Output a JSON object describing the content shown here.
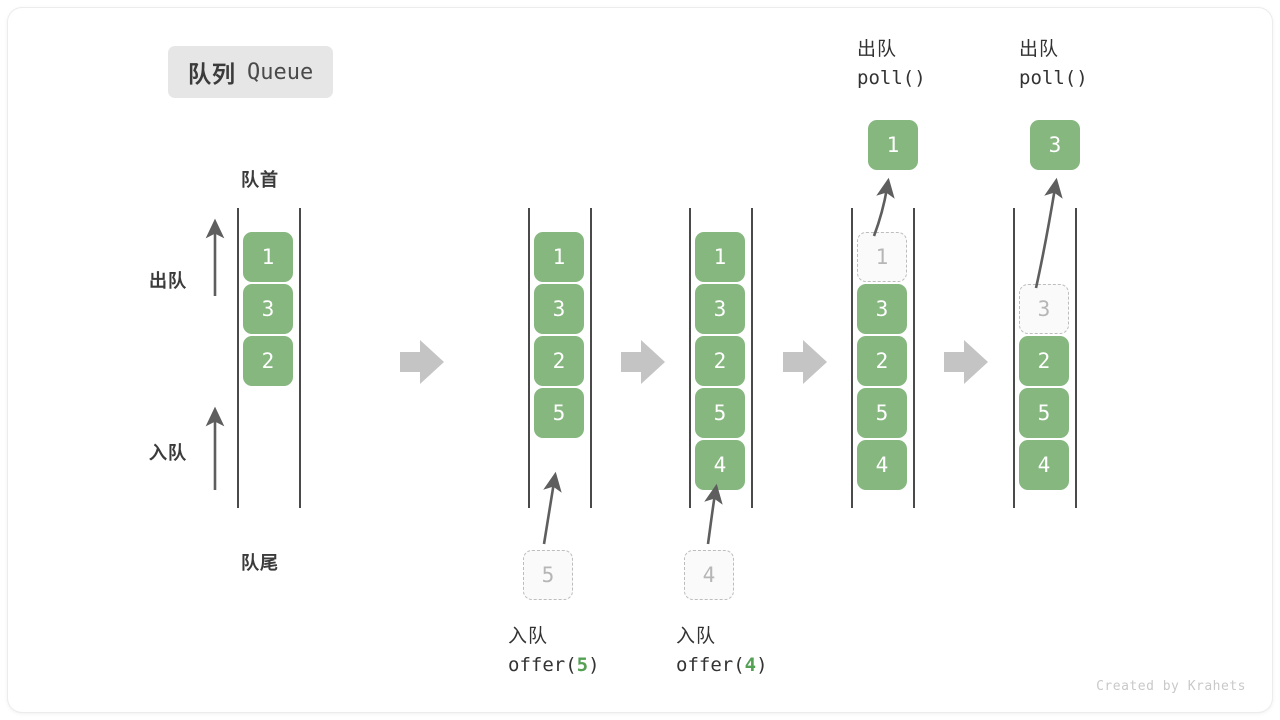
{
  "title": {
    "cn": "队列",
    "en": "Queue"
  },
  "labels": {
    "front": "队首",
    "rear": "队尾",
    "dequeue": "出队",
    "enqueue": "入队"
  },
  "footer": "Created by Krahets",
  "colors": {
    "cell_fill": "#85b77f",
    "cell_text": "#ffffff",
    "ghost_fill": "#fafafa",
    "ghost_border": "#bdbdbd",
    "ghost_text": "#b6b6b6",
    "rail": "#4a4a4a",
    "arrow_gray": "#c4c4c4",
    "curve_arrow": "#5e5e5e",
    "accent_green": "#54a054",
    "badge_bg": "#e6e6e6"
  },
  "columns": [
    {
      "name": "initial",
      "items": [
        "1",
        "3",
        "2"
      ],
      "ghost": null,
      "ghost_row": null,
      "result": null,
      "op_cn": null,
      "op_code": null,
      "op_arg": null
    },
    {
      "name": "after-offer-5",
      "items": [
        "1",
        "3",
        "2",
        "5"
      ],
      "ghost": "5",
      "ghost_row": "below",
      "result": null,
      "op_cn": "入队",
      "op_code": "offer(",
      "op_arg": "5",
      "op_code_end": ")"
    },
    {
      "name": "after-offer-4",
      "items": [
        "1",
        "3",
        "2",
        "5",
        "4"
      ],
      "ghost": "4",
      "ghost_row": "below",
      "result": null,
      "op_cn": "入队",
      "op_code": "offer(",
      "op_arg": "4",
      "op_code_end": ")"
    },
    {
      "name": "after-poll-1",
      "items": [
        "3",
        "2",
        "5",
        "4"
      ],
      "ghost": "1",
      "ghost_row": 0,
      "result": "1",
      "op_cn": "出队",
      "op_code": "poll()",
      "op_arg": null,
      "op_code_end": ""
    },
    {
      "name": "after-poll-3",
      "items": [
        "2",
        "5",
        "4"
      ],
      "ghost": "3",
      "ghost_row": 1,
      "result": "3",
      "op_cn": "出队",
      "op_code": "poll()",
      "op_arg": null,
      "op_code_end": ""
    }
  ],
  "transition_arrows": 4
}
